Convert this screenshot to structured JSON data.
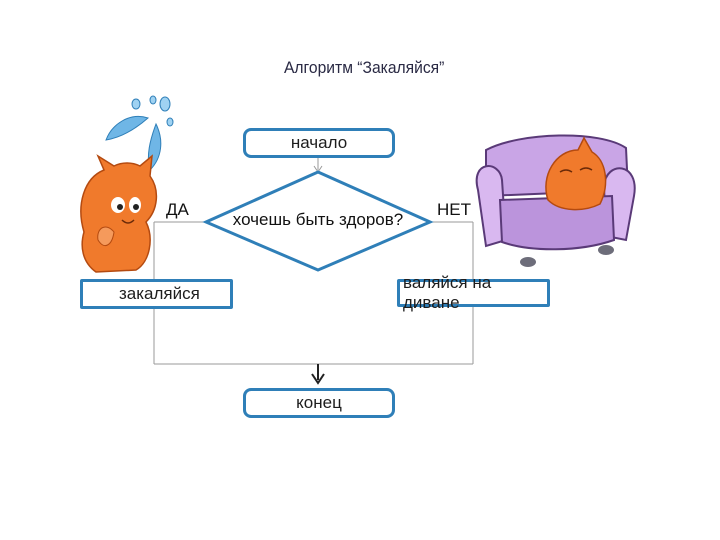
{
  "title": "Алгоритм “Закаляйся”",
  "nodes": {
    "start": "начало",
    "decision": "хочешь быть здоров?",
    "yes_action": "закаляйся",
    "no_action": "валяйся на диване",
    "end": "конец"
  },
  "branches": {
    "yes": "ДА",
    "no": "НЕТ"
  },
  "colors": {
    "box_border": "#2f7fb8",
    "line": "#9a9a9a",
    "cat": "#f07a2c",
    "sofa": "#c9a5e6",
    "water": "#4f9fd8"
  }
}
